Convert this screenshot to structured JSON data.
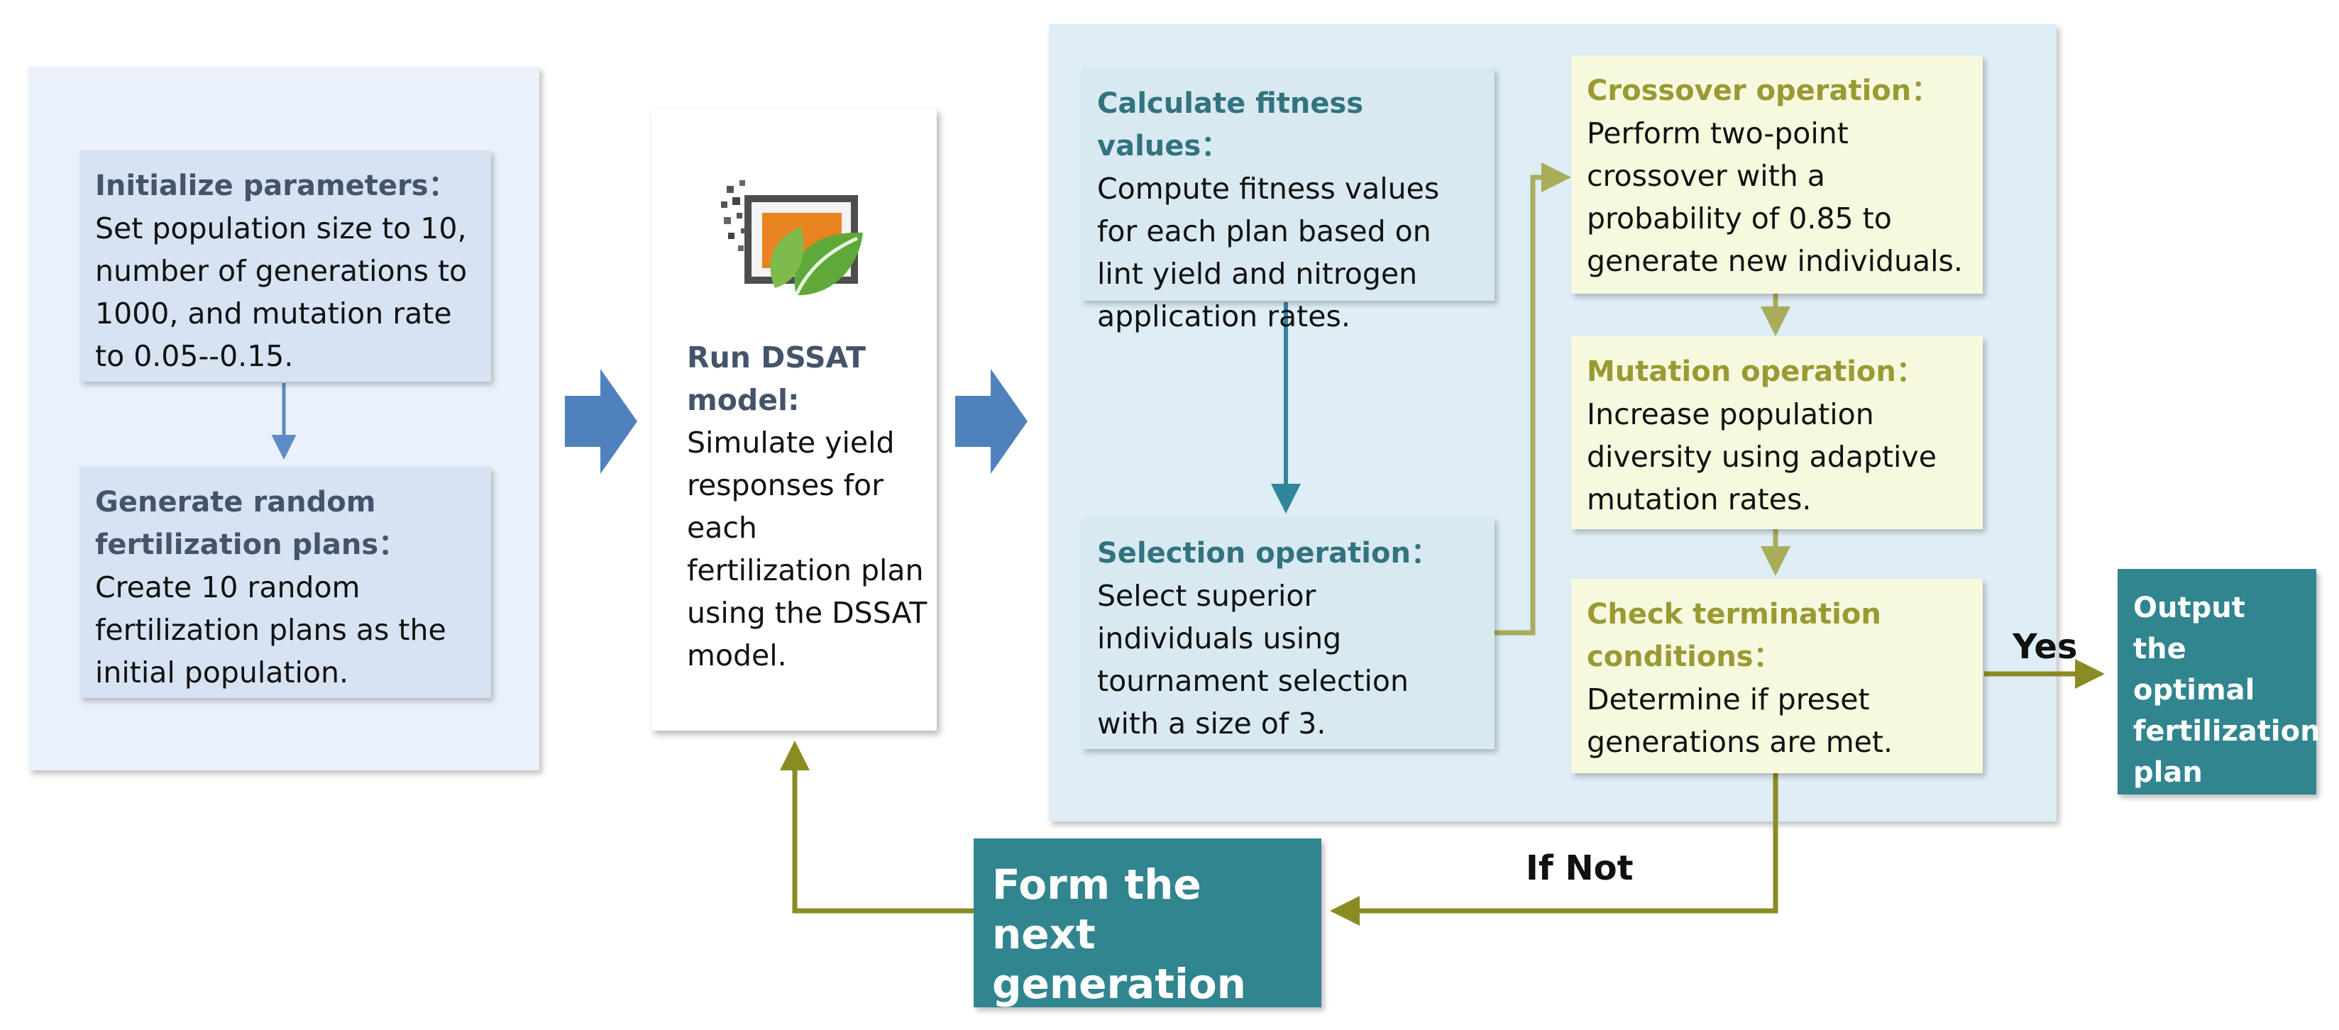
{
  "init_box": {
    "title": "Initialize parameters：",
    "body": "Set population size to 10, number of generations to 1000, and mutation rate to 0.05--0.15."
  },
  "random_box": {
    "title": "Generate random fertilization plans：",
    "body": "Create 10 random fertilization plans as the initial population."
  },
  "dssat_box": {
    "icon": "dssat-logo-icon",
    "title": "Run DSSAT model:",
    "body": "Simulate yield responses for each fertilization plan using the DSSAT model."
  },
  "fitness_box": {
    "title": "Calculate fitness values：",
    "body": "Compute fitness values for each plan based on lint yield and nitrogen application rates."
  },
  "selection_box": {
    "title": "Selection operation：",
    "body": "Select superior individuals using tournament selection with a size of 3."
  },
  "crossover_box": {
    "title": "Crossover operation：",
    "body": "Perform two-point crossover with a probability of 0.85 to generate new individuals."
  },
  "mutation_box": {
    "title": "Mutation operation：",
    "body": "Increase population diversity using adaptive mutation rates."
  },
  "termination_box": {
    "title": "Check termination conditions：",
    "body": "Determine if preset generations are met."
  },
  "output_box": {
    "label": "Output the optimal fertilization plan"
  },
  "next_gen_box": {
    "label": "Form the next generation"
  },
  "edge_labels": {
    "yes": "Yes",
    "if_not": "If Not"
  },
  "colors": {
    "left_panel": "#eaf1fb",
    "right_panel": "#deedf6",
    "teal_box": "#31858f",
    "blue_arrow": "#4f81bd",
    "teal_arrow": "#31859c",
    "olive_arrow": "#8b8b24",
    "light_olive_arrow": "#a8ad5a"
  }
}
